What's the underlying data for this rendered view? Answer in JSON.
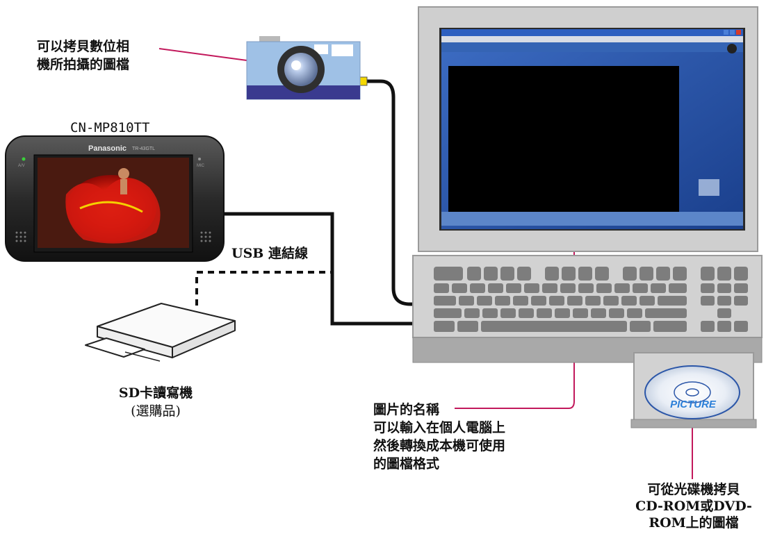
{
  "camera_caption": {
    "lines": [
      "可以拷貝數位相",
      "機所拍攝的圖檔"
    ]
  },
  "device": {
    "model": "CN-MP810TT",
    "brand": "Panasonic",
    "sub_model": "TR-43GTL",
    "left_tag": "A/V",
    "right_tag": "MIC"
  },
  "usb_cable_label": "USB 連結線",
  "sd_reader": {
    "title": "SD卡讀寫機",
    "subtitle": "(選購品)"
  },
  "picture_name_caption": {
    "lines": [
      "圖片的名稱",
      "可以輸入在個人電腦上",
      "然後轉換成本機可使用",
      "的圖檔格式"
    ]
  },
  "disc": {
    "label": "PICTURE"
  },
  "disc_caption": {
    "lines": [
      "可從光碟機拷貝",
      "CD-ROM或DVD-",
      "ROM上的圖檔"
    ]
  },
  "colors": {
    "leader_line": "#c2185b",
    "cable": "#111111",
    "monitor_bezel": "#cfcfcf",
    "screen_blue": "#1c4fa8",
    "camera_body": "#9fc1e6",
    "camera_stripe": "#3a3a8f"
  }
}
